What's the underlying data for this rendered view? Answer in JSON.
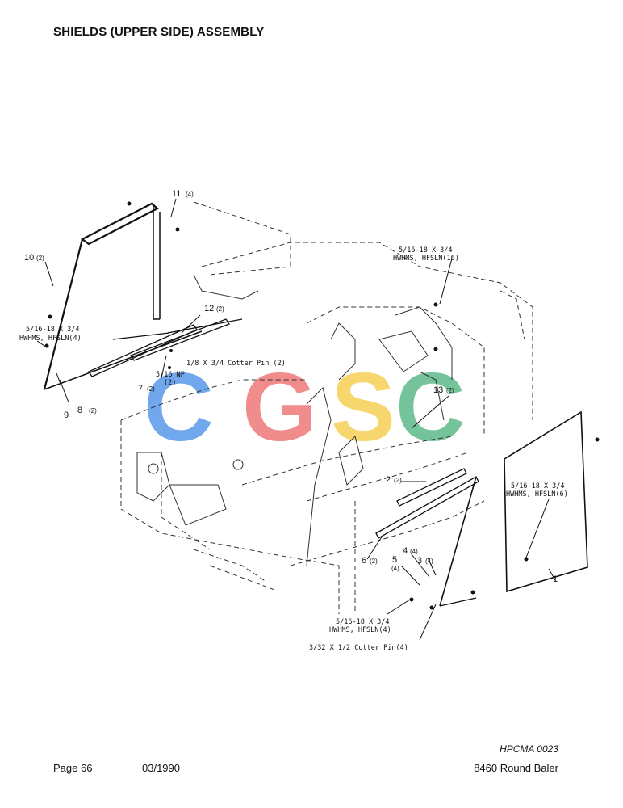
{
  "page": {
    "title": "SHIELDS (UPPER SIDE) ASSEMBLY",
    "page_label": "Page 66",
    "date": "03/1990",
    "doc_code": "HPCMA 0023",
    "model": "8460 Round Baler"
  },
  "watermark": {
    "letters": [
      "C",
      "G",
      "S",
      "C"
    ],
    "colors": [
      "#4a8fe8",
      "#ec6d6d",
      "#f5cc45",
      "#4fb37f"
    ]
  },
  "callouts": {
    "c1": "1",
    "c2": "2",
    "c2q": "(2)",
    "c3": "3",
    "c3q": "(4)",
    "c4": "4",
    "c4q": "(4)",
    "c5": "5",
    "c5q": "(4)",
    "c6": "6",
    "c6q": "(2)",
    "c7": "7",
    "c7q": "(2)",
    "c8": "8",
    "c8q": "(2)",
    "c9": "9",
    "c10": "10",
    "c10q": "(2)",
    "c11": "11",
    "c11q": "(4)",
    "c12": "12",
    "c12q": "(2)",
    "c13": "13",
    "c13q": "(2)",
    "hw_top_a": "5/16-18 X 3/4",
    "hw_top_b": "HWHMS, HFSLN(16)",
    "hw_left_a": "5/16-18 X 3/4",
    "hw_left_b": "HWHMS, HFSLN(4)",
    "cotter_top": "1/8 X 3/4 Cotter Pin (2)",
    "np_a": "5/16 NP",
    "np_b": "(2)",
    "hw_right_a": "5/16-18 X 3/4",
    "hw_right_b": "HWHMS, HFSLN(6)",
    "hw_bottom_a": "5/16-18 X 3/4",
    "hw_bottom_b": "HWHMS, HFSLN(4)",
    "cotter_bottom": "3/32 X 1/2 Cotter Pin(4)"
  }
}
